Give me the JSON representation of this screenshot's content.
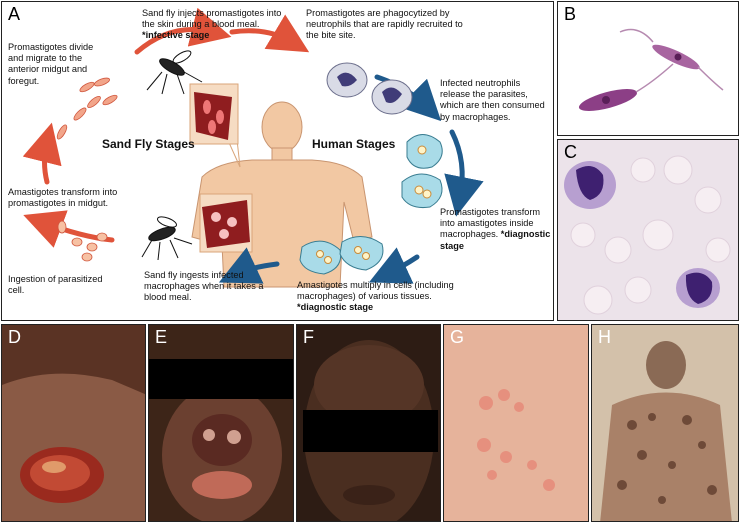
{
  "panels": {
    "a": {
      "label": "A"
    },
    "b": {
      "label": "B"
    },
    "c": {
      "label": "C"
    },
    "d": {
      "label": "D"
    },
    "e": {
      "label": "E"
    },
    "f": {
      "label": "F"
    },
    "g": {
      "label": "G"
    },
    "h": {
      "label": "H"
    }
  },
  "diagram": {
    "sand_fly_stages": "Sand Fly Stages",
    "human_stages": "Human Stages",
    "step1": {
      "text": "Sand fly injects promastigotes into the skin during a blood meal.",
      "note": "*infective stage"
    },
    "step2": {
      "text": "Promastigotes are phagocytized by neutrophils that are rapidly recruited to the bite site."
    },
    "step3": {
      "text": "Infected neutrophils release the parasites, which are then consumed by macrophages."
    },
    "step4": {
      "text": "Promastigotes transform into amastigotes inside macrophages.",
      "note": "*diagnostic stage"
    },
    "step5": {
      "text": "Amastigotes multiply in cells (including macrophages) of various tissues.",
      "note": "*diagnostic stage"
    },
    "step6": {
      "text": "Sand fly ingests infected macrophages when it takes a blood meal."
    },
    "step7": {
      "text": "Ingestion of parasitized cell."
    },
    "step8": {
      "text": "Amastigotes transform into promastigotes in midgut."
    },
    "step9": {
      "text": "Promastigotes divide and migrate to the anterior midgut and foregut."
    }
  },
  "colors": {
    "sand_fly_arrow": "#e0533a",
    "human_arrow": "#1f5a8c",
    "skin": "#f2c8a3",
    "macrophage": "#a9dbe8",
    "neutrophil": "#d9dbe6",
    "parasite": "#ffffff",
    "tissue": "#8f1d1f"
  }
}
